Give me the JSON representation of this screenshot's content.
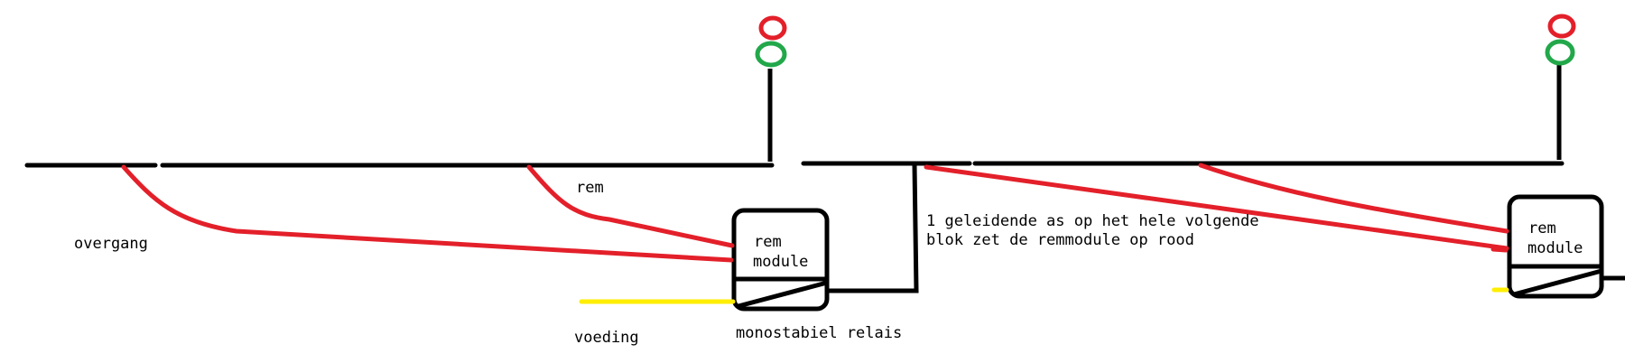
{
  "labels": {
    "overgang": "overgang",
    "rem": "rem",
    "voeding": "voeding",
    "monostabiel_relais": "monostabiel relais",
    "module_left_line1": "rem",
    "module_left_line2": "module",
    "module_right_line1": "rem",
    "module_right_line2": "module",
    "note_line1": "1 geleidende as op het hele volgende",
    "note_line2": "blok zet de remmodule op rood"
  },
  "colors": {
    "track": "#000000",
    "brake_wire": "#e3202a",
    "signal_red": "#e3202a",
    "signal_green": "#22a84a",
    "power": "#ffee00"
  }
}
